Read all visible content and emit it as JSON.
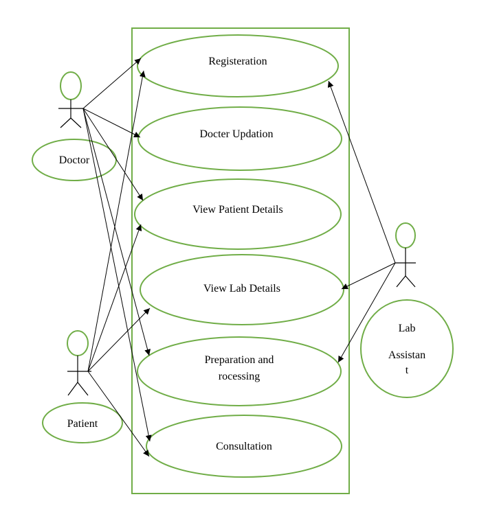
{
  "use_cases": {
    "registration": "Registeration",
    "doctor_updation": "Docter Updation",
    "view_patient_details": "View Patient Details",
    "view_lab_details": "View Lab Details",
    "preparation_line1": "Preparation and",
    "preparation_line2": "rocessing",
    "consultation": "Consultation"
  },
  "actors": {
    "doctor": "Doctor",
    "patient": "Patient",
    "lab_assistant_line1": "Lab",
    "lab_assistant_line2": "Assistan",
    "lab_assistant_line3": "t"
  },
  "colors": {
    "outline": "#70ad47",
    "lines": "#000000"
  }
}
